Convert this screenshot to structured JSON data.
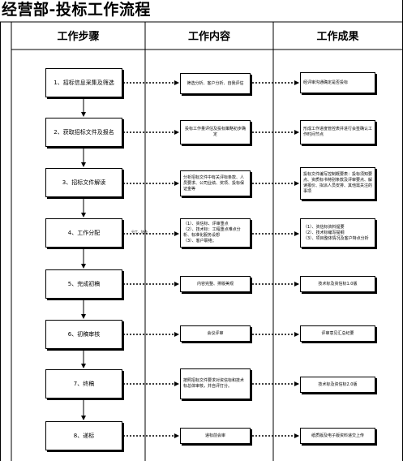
{
  "title": "经营部-投标工作流程",
  "headers": {
    "col1": "工作步骤",
    "col2": "工作内容",
    "col3": "工作成果"
  },
  "steps": [
    {
      "label": "1、招标信息采集及筛选",
      "content": "筛选分析、客户分析、自我评估",
      "result": "经评审沟通确定是否投标"
    },
    {
      "label": "2、获取招标文件及报名",
      "content": "投标工作量评估及投标策略初步确定",
      "result": "形成工作进度管控表并进行会签确认工作时间节点"
    },
    {
      "label": "3、招标文件解读",
      "content": "分析招标文件中有关评标条款、人员要求、公司业绩、奖项、投标保证金等",
      "result": "投标文件编写控制概要表：投标须知要点、资质标书特别条款及评审要点、解读报价、拟派人员安排、其他需关注的事项"
    },
    {
      "label": "4、工作分配",
      "content": "（1）、资信标、评审重点\n（2）、技术标：工程重点难点分析、标准化服务设想\n（3）、客户联络；",
      "result": "（1）、资信标资料提要\n（2）、技术标编写提纲\n（3）、项目整体情况及客户特点分析"
    },
    {
      "label": "5、完成初稿",
      "content": "内容完整、排版美观",
      "result": "技术标及资信标1.0版"
    },
    {
      "label": "6、初稿审核",
      "content": "会议评审",
      "result": "评审意见汇总纪要"
    },
    {
      "label": "7、终稿",
      "content": "按照招标文件要求对资信标和技术标总体审核，并自评打分。",
      "result": "技术标及资信标2.0版"
    },
    {
      "label": "8、递标",
      "content": "递标前会审",
      "result": "纸质版及电子版资料递交上传"
    }
  ],
  "annotation": {
    "left": "分工、协办"
  }
}
